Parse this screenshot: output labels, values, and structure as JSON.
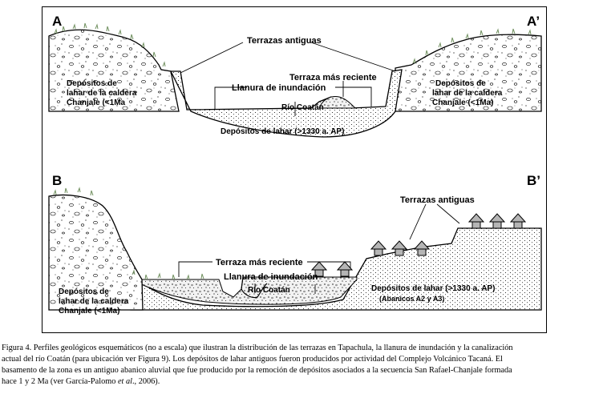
{
  "profile_a": {
    "label_left": "A",
    "label_right": "A’",
    "terrazas_antiguas": "Terrazas antiguas",
    "terraza_reciente": "Terraza más reciente",
    "llanura": "Llanura de inundación",
    "rio": "Río Coatán",
    "caldera_left": [
      "Depósitos de",
      "lahar de la caldera",
      "Chanjale (<1Ma"
    ],
    "caldera_right": [
      "Depósitos de",
      "lahar de la caldera",
      "Chanjale (<1Ma)"
    ],
    "lahar": "Depósitos de lahar (>1330 a. AP)"
  },
  "profile_b": {
    "label_left": "B",
    "label_right": "B’",
    "terrazas_antiguas": "Terrazas antiguas",
    "terraza_reciente": "Terraza más reciente",
    "llanura": "Llanura de inundación",
    "rio": "Río Coatán",
    "caldera_left": [
      "Depósitos de",
      "lahar de la caldera",
      "Chanjale (<1Ma)"
    ],
    "lahar": "Depósitos de lahar (>1330 a. AP)",
    "abanicos": "(Abanicos A2 y A3)"
  },
  "caption": {
    "line1": "Figura 4. Perfiles geológicos esquemáticos (no a escala) que ilustran la distribución de las terrazas en Tapachula, la llanura de inundación y la canalización",
    "line2": "actual del río Coatán (para ubicación ver Figura 9). Los depósitos de lahar antiguos fueron producidos por actividad del Complejo Volcánico Tacaná. El",
    "line3": "basamento de la zona es un antiguo abanico aluvial que fue producido por la remoción de depósitos asociados a la secuencia San Rafael-Chanjale formada",
    "line4_pre": "hace 1 y 2 Ma (ver García-Palomo ",
    "line4_italic": "et al",
    "line4_post": "., 2006)."
  },
  "colors": {
    "ink": "#000000",
    "grass": "#6f8f5e",
    "paper": "#ffffff",
    "fill_gray": "#f4f4f4"
  }
}
